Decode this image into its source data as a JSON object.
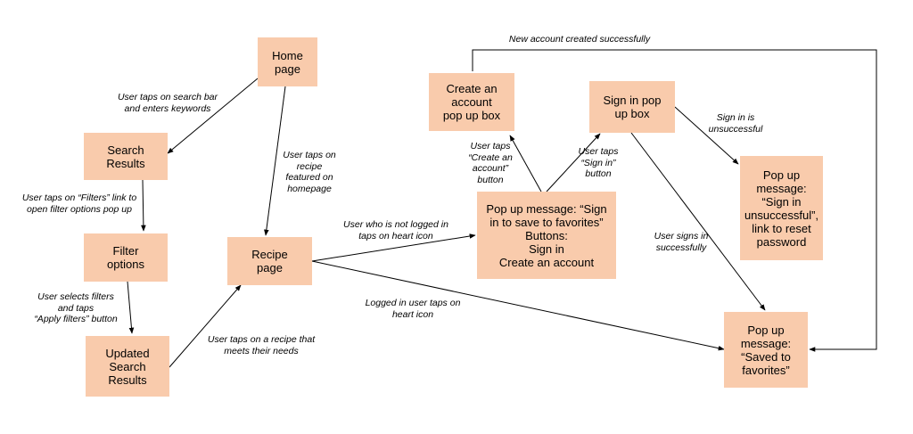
{
  "nodes": {
    "home": [
      "Home",
      "page"
    ],
    "search": [
      "Search",
      "Results"
    ],
    "filter": [
      "Filter",
      "options"
    ],
    "updated": [
      "Updated",
      "Search",
      "Results"
    ],
    "recipe": [
      "Recipe",
      "page"
    ],
    "create": [
      "Create an",
      "account",
      "pop up box"
    ],
    "signin_box": [
      "Sign in pop",
      "up box"
    ],
    "popup_signin": [
      "Pop up message: “Sign",
      "in to save to favorites”",
      "Buttons:",
      "Sign in",
      "Create an account"
    ],
    "popup_unsuccessful": [
      "Pop up",
      "message:",
      "“Sign in",
      "unsuccessful”,",
      "link to reset",
      "password"
    ],
    "popup_saved": [
      "Pop up",
      "message:",
      "“Saved to",
      "favorites”"
    ]
  },
  "labels": {
    "new_account": [
      "New account created successfully"
    ],
    "search_bar": [
      "User taps on search bar",
      "and enters keywords"
    ],
    "filters_link": [
      "User taps on “Filters” link to",
      "open filter options pop up"
    ],
    "select_filters": [
      "User selects filters",
      "and taps",
      "“Apply filters” button"
    ],
    "recipe_featured": [
      "User taps on",
      "recipe",
      "featured on",
      "homepage"
    ],
    "recipe_needs": [
      "User taps on a recipe that",
      "meets their needs"
    ],
    "not_logged_in": [
      "User who is not logged in",
      "taps on heart icon"
    ],
    "logged_in": [
      "Logged in user taps on",
      "heart icon"
    ],
    "create_account_btn": [
      "User taps",
      "“Create an",
      "account”",
      "button"
    ],
    "signin_btn": [
      "User taps",
      "“Sign in”",
      "button"
    ],
    "signin_unsuccessful": [
      "Sign in is",
      "unsuccessful"
    ],
    "signin_successful": [
      "User signs in",
      "successfully"
    ]
  }
}
